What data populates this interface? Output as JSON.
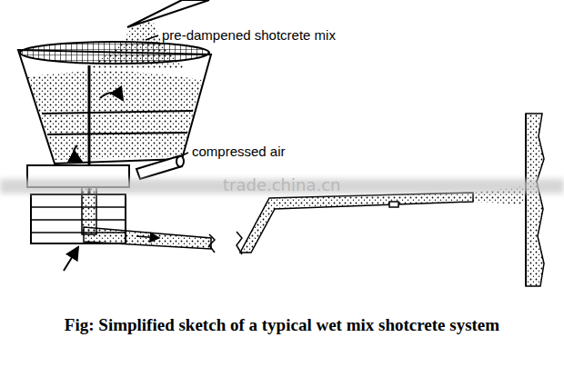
{
  "diagram": {
    "caption": "Fig: Simplified sketch of a typical wet mix shotcrete system",
    "labels": [
      "pre-dampened shotcrete mix",
      "compressed air",
      "trade.china.cn"
    ]
  }
}
